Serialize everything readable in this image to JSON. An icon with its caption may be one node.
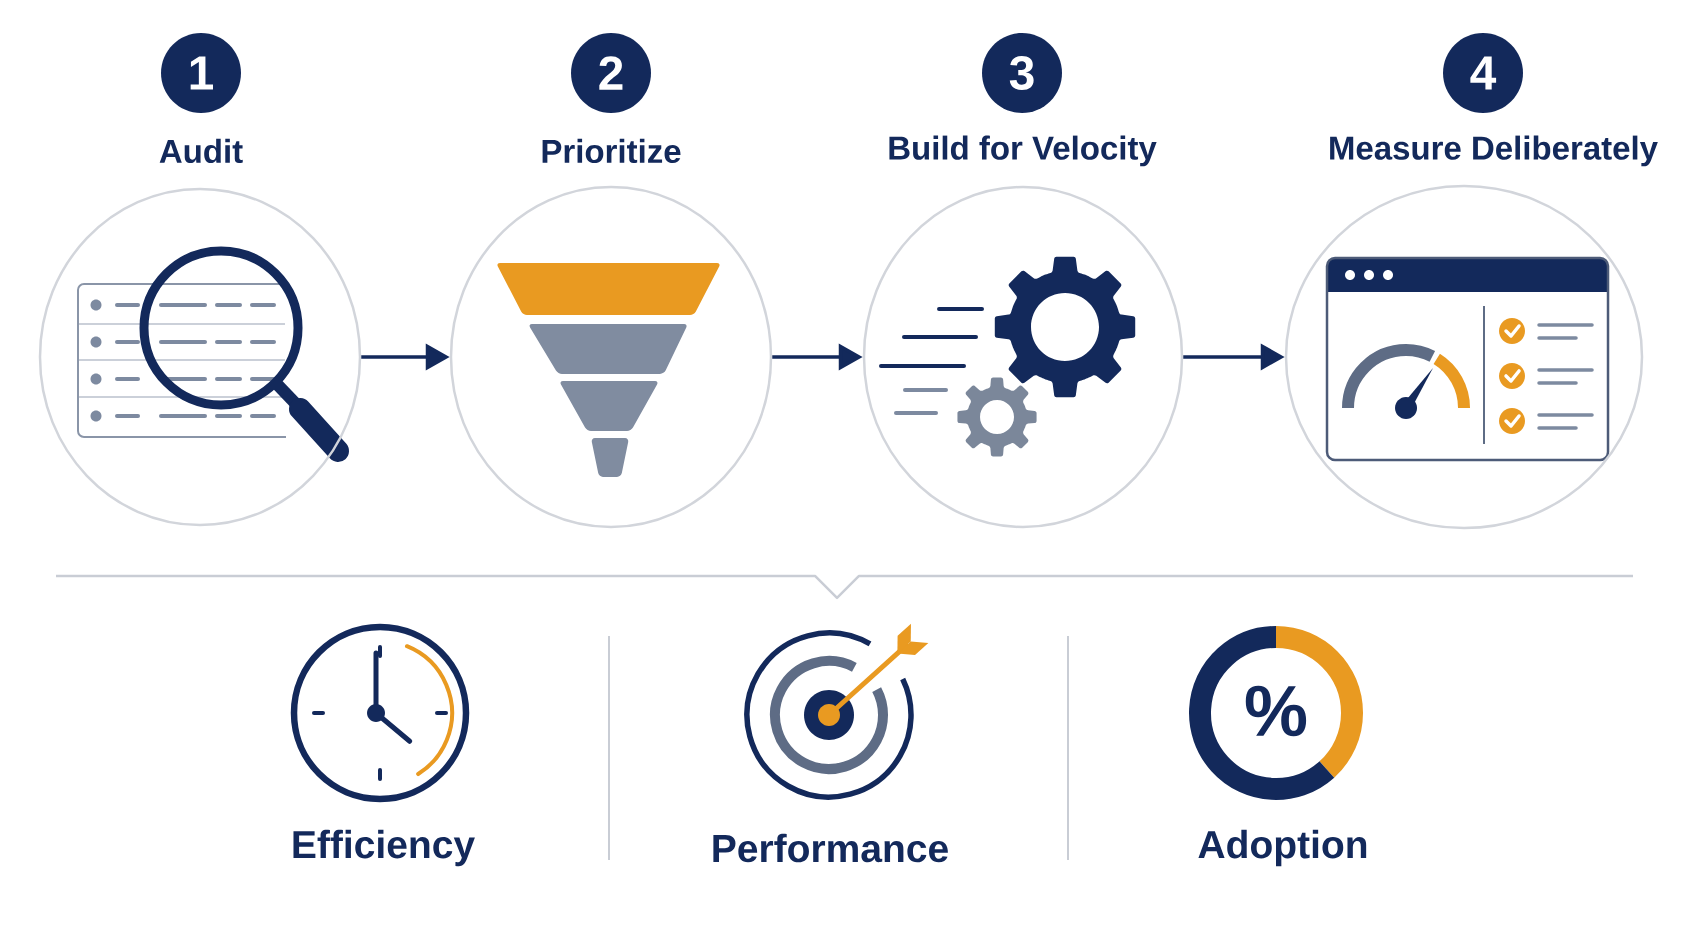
{
  "diagram": {
    "nodes": [
      {
        "text": [
          "1"
        ]
      },
      {
        "text": [
          "2"
        ]
      },
      {
        "text": [
          "3"
        ]
      },
      {
        "text": [
          "4"
        ]
      },
      {
        "text": [
          "Audit"
        ]
      },
      {
        "text": [
          "Prioritize"
        ]
      },
      {
        "text": [
          "Build for Velocity"
        ]
      },
      {
        "text": [
          "Measure Deliberately"
        ]
      }
    ],
    "edges": [
      {
        "from": 4,
        "to": 5,
        "arrow": "to"
      },
      {
        "from": 5,
        "to": 6,
        "arrow": "to"
      },
      {
        "from": 6,
        "to": 7,
        "arrow": "to"
      }
    ],
    "labels": [
      "%",
      "Efficiency",
      "Performance",
      "Adoption"
    ]
  }
}
